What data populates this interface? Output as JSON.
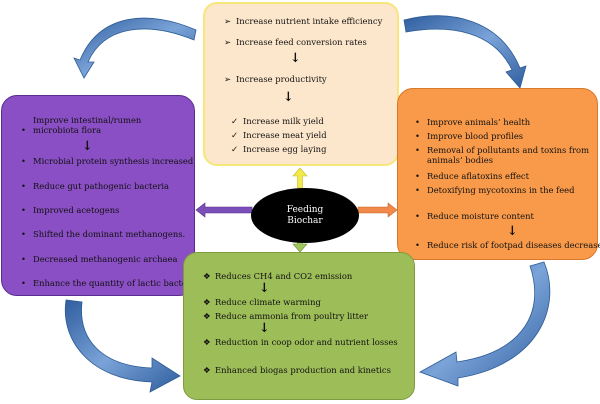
{
  "center": {
    "line1": "Feeding",
    "line2": "Biochar"
  },
  "top": {
    "items": [
      "Increase nutrient intake efficiency",
      "Increase feed conversion rates",
      "Increase productivity"
    ],
    "sub_items": [
      "Increase milk yield",
      "Increase meat yield",
      "Increase egg laying"
    ],
    "bullet": "➢",
    "check": "✓",
    "arrow": "↓"
  },
  "left": {
    "items": [
      "Improve intestinal/rumen microbiota flora",
      "Microbial protein synthesis increased",
      "Reduce gut pathogenic bacteria",
      "Improved acetogens",
      "Shifted the dominant methanogens.",
      "Decreased methanogenic archaea",
      "Enhance the quantity of lactic bacteria"
    ],
    "bullet": "•",
    "arrow": "↓"
  },
  "right": {
    "items": [
      "Improve animals’ health",
      "Improve blood profiles",
      "Removal of pollutants and toxins from animals’ bodies",
      "Reduce aflatoxins effect",
      "Detoxifying mycotoxins in the feed",
      "Reduce moisture content",
      "Reduce risk of footpad diseases decreases"
    ],
    "bullet": "•",
    "arrow": "↓"
  },
  "bottom": {
    "items": [
      "Reduces CH4 and CO2 emission",
      "Reduce climate warming",
      "Reduce ammonia from poultry litter",
      "Reduction in coop odor and nutrient losses",
      "Enhanced biogas production and kinetics"
    ],
    "bullet": "❖",
    "arrow": "↓"
  },
  "colors": {
    "top_fill": "#fde7cc",
    "top_border": "#f7e67a",
    "left_fill": "#8a4fc4",
    "right_fill": "#f89a4a",
    "bottom_fill": "#9dbd59",
    "center_fill": "#000000",
    "cycle_arrow": "#4f7bbf",
    "arrow_up": "#f2e94a",
    "arrow_left": "#7b4fb8",
    "arrow_right": "#f0894a",
    "arrow_down": "#9ec65a"
  }
}
